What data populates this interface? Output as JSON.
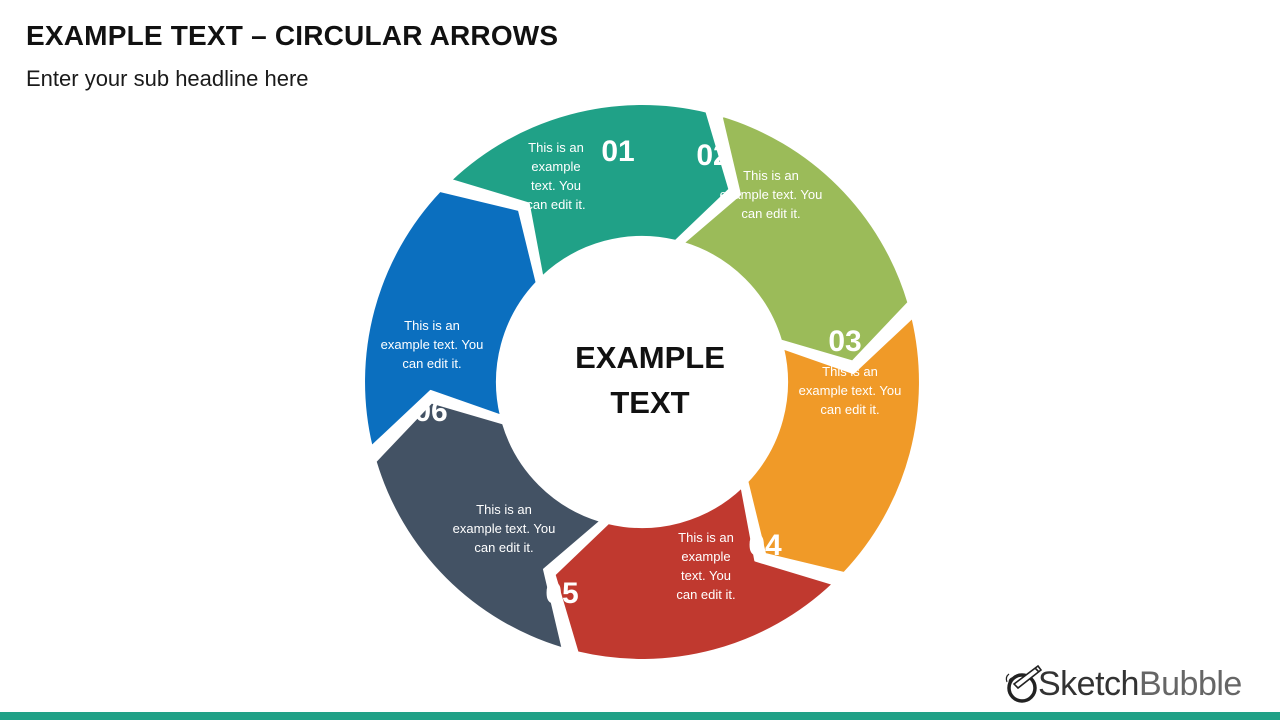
{
  "slide": {
    "title": "EXAMPLE TEXT – CIRCULAR ARROWS",
    "subtitle": "Enter your sub headline here"
  },
  "center": {
    "line1": "EXAMPLE",
    "line2": "TEXT"
  },
  "segments": [
    {
      "number": "01",
      "color": "#20a187",
      "text": [
        "This is an",
        "example",
        "text. You",
        "can edit it."
      ]
    },
    {
      "number": "02",
      "color": "#9bbb59",
      "text": [
        "This is an",
        "example text. You",
        "can edit it."
      ]
    },
    {
      "number": "03",
      "color": "#f09a28",
      "text": [
        "This is an",
        "example text. You",
        "can edit it."
      ]
    },
    {
      "number": "04",
      "color": "#c0392f",
      "text": [
        "This is an",
        "example",
        "text. You",
        "can edit it."
      ]
    },
    {
      "number": "05",
      "color": "#435264",
      "text": [
        "This is an",
        "example text. You",
        "can edit it."
      ]
    },
    {
      "number": "06",
      "color": "#0b6fbf",
      "text": [
        "This is an",
        "example text. You",
        "can edit it."
      ]
    }
  ],
  "logo": {
    "part1": "Sketch",
    "part2": "Bubble",
    "icon": "pen-bubble-icon"
  },
  "colors": {
    "bottom_bar": "#20a187"
  }
}
